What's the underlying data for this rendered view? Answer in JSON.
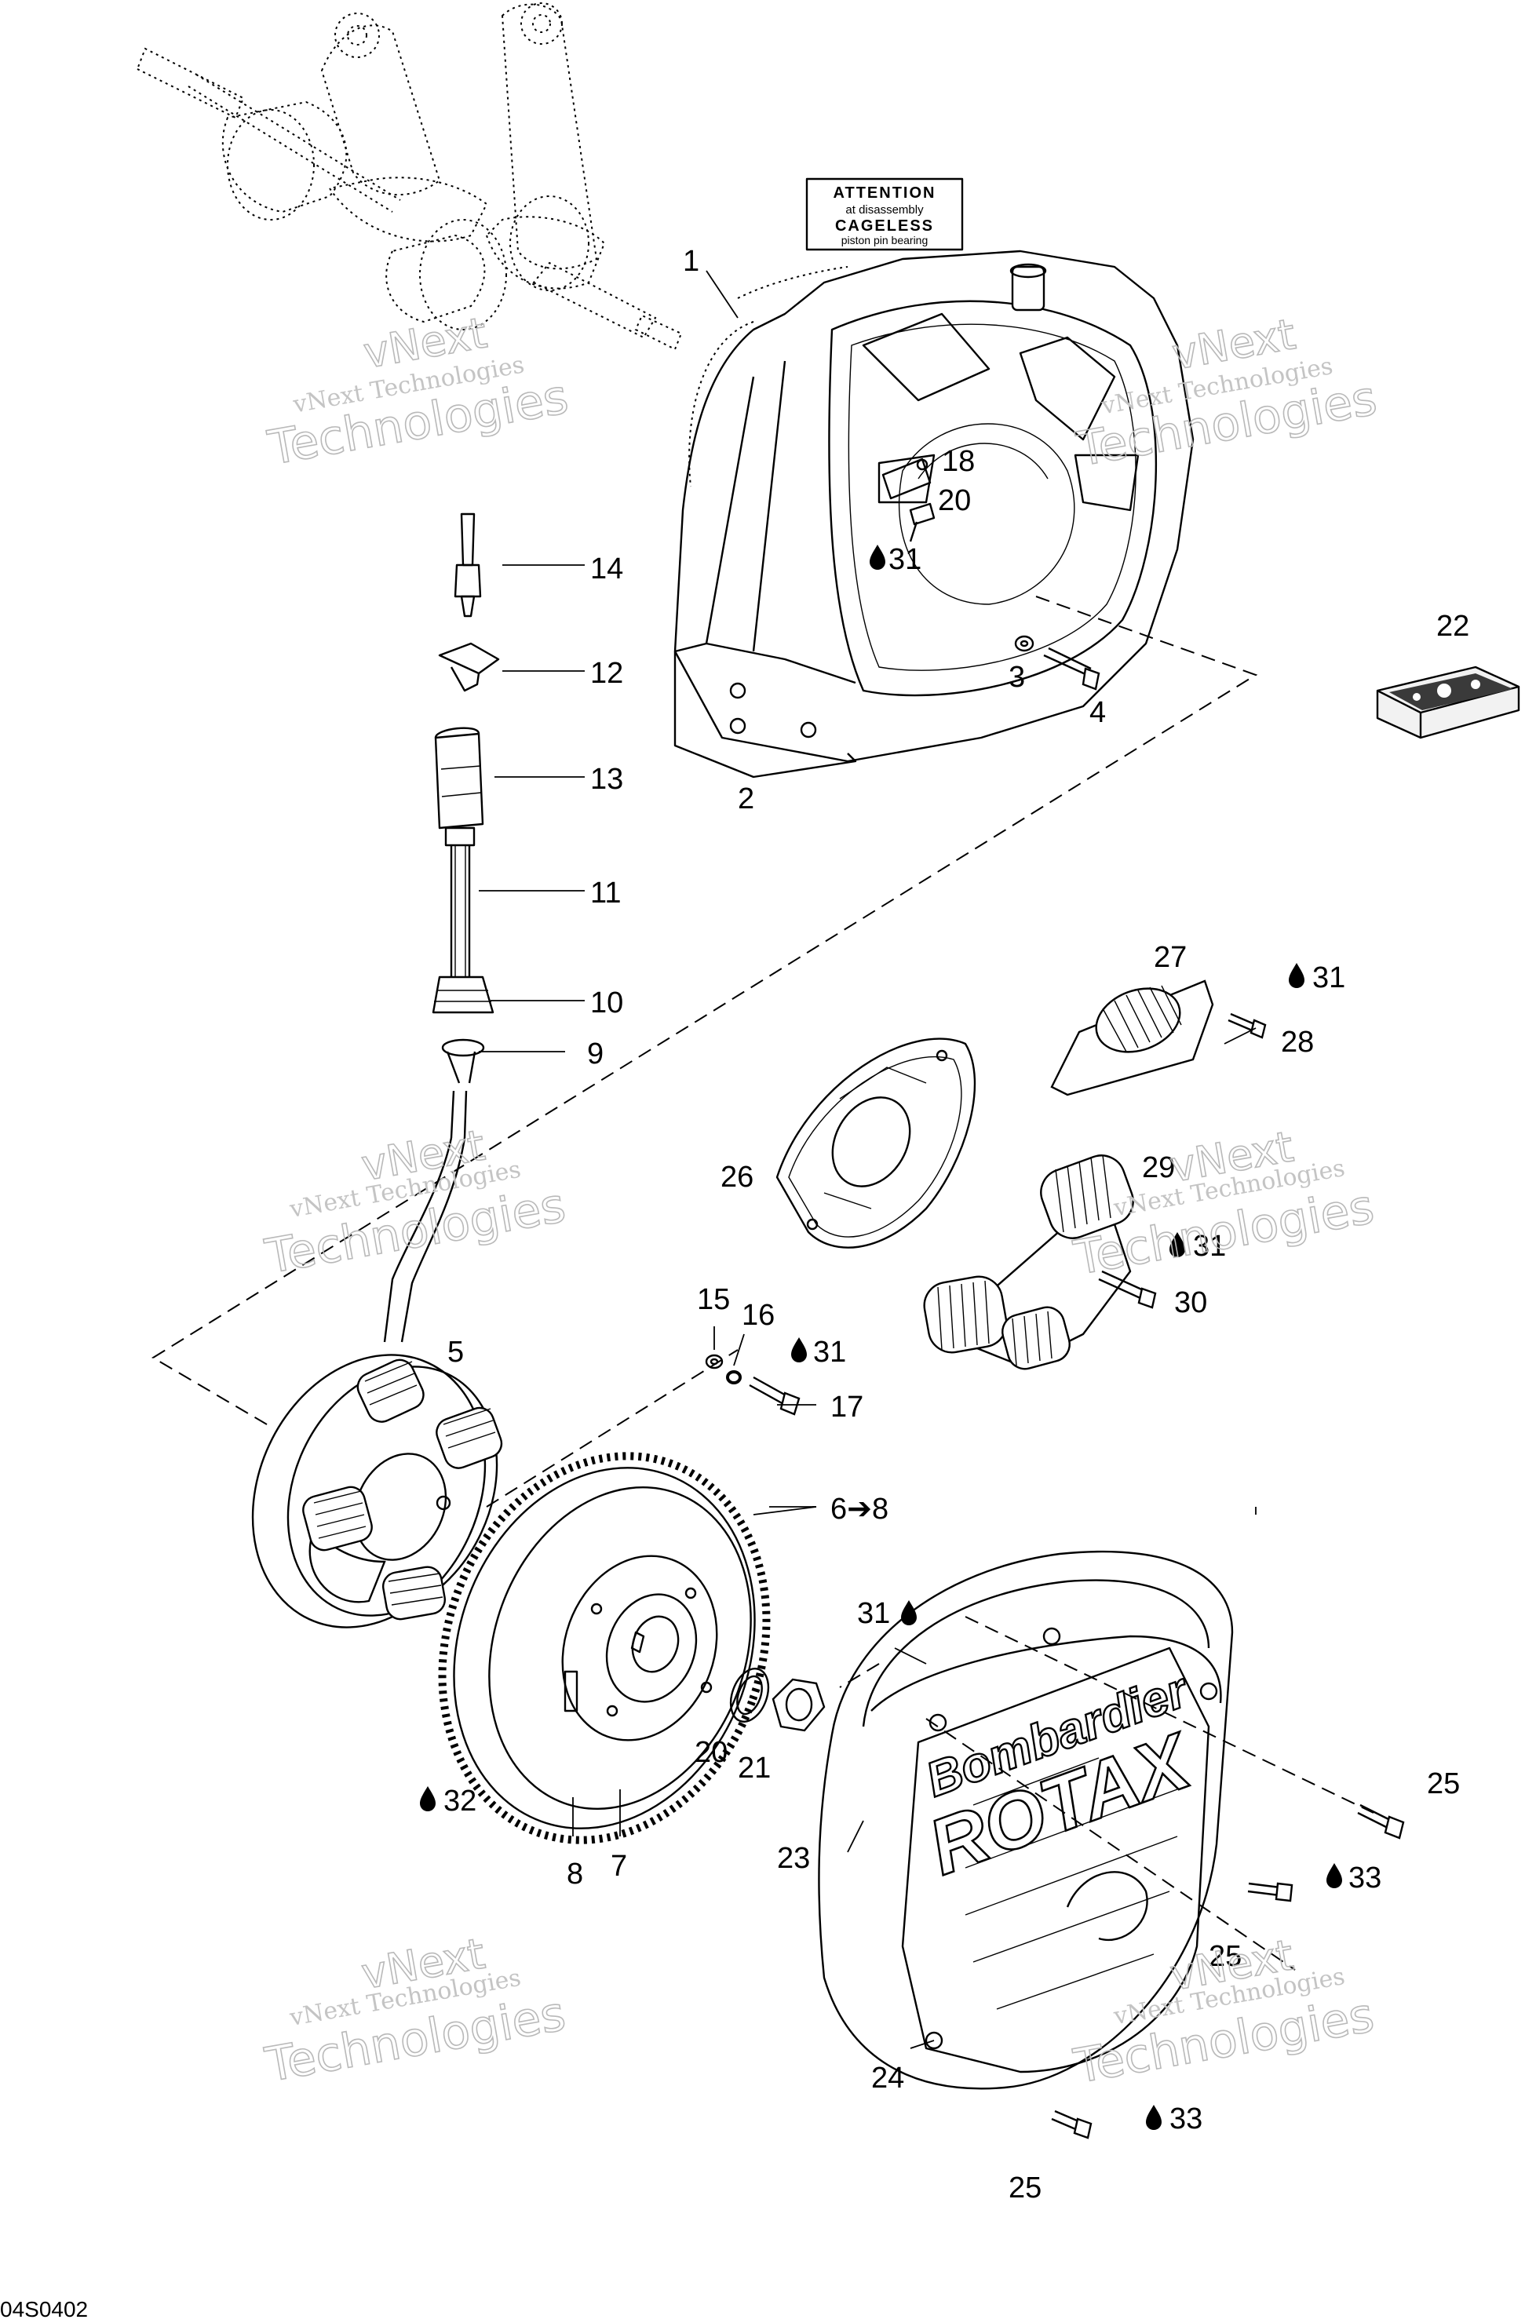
{
  "diagram_id": "04S0402",
  "watermark": {
    "line1": "vNext",
    "line2": "Technologies",
    "caption": "vNext Technologies"
  },
  "label_card": {
    "line1": "ATTENTION",
    "line2": "at disassembly",
    "line3": "CAGELESS",
    "line4": "piston pin bearing"
  },
  "cover_brand": {
    "line1": "Bombardier",
    "line2": "ROTAX"
  },
  "callouts": {
    "c1": "1",
    "c2": "2",
    "c3": "3",
    "c4": "4",
    "c5": "5",
    "c6": "6➔8",
    "c7": "7",
    "c8": "8",
    "c9": "9",
    "c10": "10",
    "c11": "11",
    "c12": "12",
    "c13": "13",
    "c14": "14",
    "c15": "15",
    "c16": "16",
    "c17": "17",
    "c18": "18",
    "c20a": "20",
    "c20b": "20",
    "c21": "21",
    "c22": "22",
    "c23": "23",
    "c24": "24",
    "c25a": "25",
    "c25b": "25",
    "c25c": "25",
    "c26": "26",
    "c27": "27",
    "c28": "28",
    "c29": "29",
    "c30": "30",
    "c31a": "31",
    "c31b": "31",
    "c31c": "31",
    "c31d": "31",
    "c31e": "31",
    "c32": "32",
    "c33a": "33",
    "c33b": "33"
  }
}
